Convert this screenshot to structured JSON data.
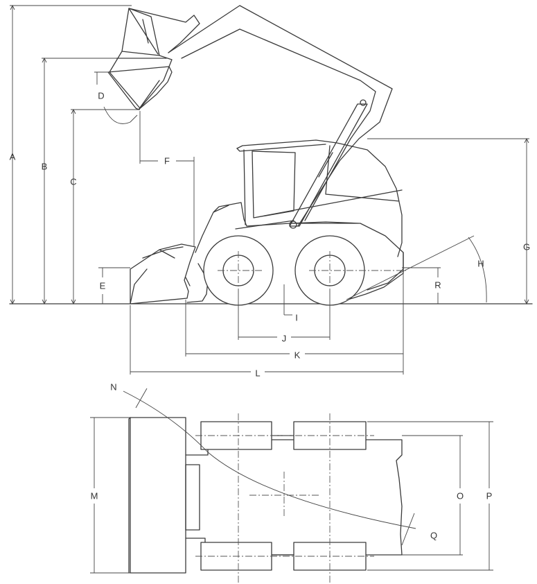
{
  "labels": {
    "A": "A",
    "B": "B",
    "C": "C",
    "D": "D",
    "E": "E",
    "F": "F",
    "G": "G",
    "H": "H",
    "I": "I",
    "J": "J",
    "K": "K",
    "L": "L",
    "M": "M",
    "N": "N",
    "O": "O",
    "P": "P",
    "Q": "Q",
    "R": "R"
  },
  "colors": {
    "line": "#3a3a3a",
    "background": "#ffffff"
  }
}
